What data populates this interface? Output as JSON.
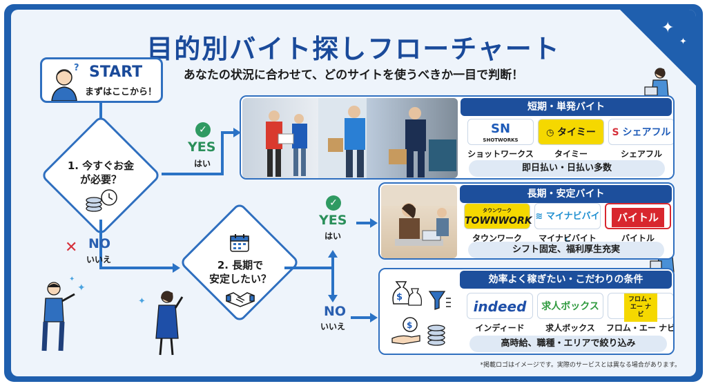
{
  "title": "目的別バイト探しフローチャート",
  "subtitle": "あなたの状況に合わせて、どのサイトを使うべきか一目で判断！",
  "start": {
    "title": "START",
    "sub": "まずはここから！"
  },
  "q1": {
    "line1": "1. 今すぐお金",
    "line2": "が必要？"
  },
  "q2": {
    "line1": "2. 長期で",
    "line2": "安定したい？"
  },
  "yes1": {
    "label": "YES",
    "sub": "はい"
  },
  "no1": {
    "label": "NO",
    "sub": "いいえ"
  },
  "yes2": {
    "label": "YES",
    "sub": "はい"
  },
  "no2": {
    "label": "NO",
    "sub": "いいえ"
  },
  "panels": [
    {
      "header": "短期・単発バイト",
      "caption": "即日払い・日払い多数",
      "sites": [
        {
          "logo": "SN",
          "logo_sub": "SHOTWORKS",
          "label": "ショットワークス",
          "color": "#1e5bb8"
        },
        {
          "logo": "タイミー",
          "label": "タイミー",
          "color": "#1b1b1b",
          "bg": "#f5d800"
        },
        {
          "logo": "シェアフル",
          "label": "シェアフル",
          "color": "#1e5bb8"
        }
      ]
    },
    {
      "header": "長期・安定バイト",
      "caption": "シフト固定、福利厚生充実",
      "sites": [
        {
          "logo": "TOWNWORK",
          "logo_sub": "タウンワーク",
          "label": "タウンワーク",
          "color": "#1b1b1b",
          "bg": "#f5d800"
        },
        {
          "logo": "マイナビバイト",
          "label": "マイナビバイト",
          "color": "#1e8fd1"
        },
        {
          "logo": "バイトル",
          "label": "バイトル",
          "color": "#ffffff",
          "bg": "#d8262e"
        }
      ]
    },
    {
      "header": "効率よく稼ぎたい・こだわりの条件",
      "caption": "高時給、職種・エリアで絞り込み",
      "sites": [
        {
          "logo": "indeed",
          "label": "インディード",
          "color": "#1e4fa8"
        },
        {
          "logo": "求人ボックス",
          "label": "求人ボックス",
          "color": "#2f9a3e"
        },
        {
          "logo": "フロム・エー ナビ",
          "label": "フロム・エー ナビ",
          "color": "#1b1b1b",
          "bg": "#f5d800"
        }
      ]
    }
  ],
  "footnote": "*掲載ロゴはイメージです。実際のサービスとは異なる場合があります。",
  "icons": [
    "question-person-icon",
    "coins-clock-icon",
    "calendar-icon",
    "handshake-icon",
    "money-bag-icon",
    "filter-icon",
    "coin-hand-icon",
    "sparkle-icon",
    "check-icon",
    "x-icon"
  ],
  "colors": {
    "frame": "#1f5fae",
    "accent": "#1a4a9a",
    "yes": "#2a8f5a",
    "no_x": "#d6303a",
    "line": "#2a72c5"
  }
}
